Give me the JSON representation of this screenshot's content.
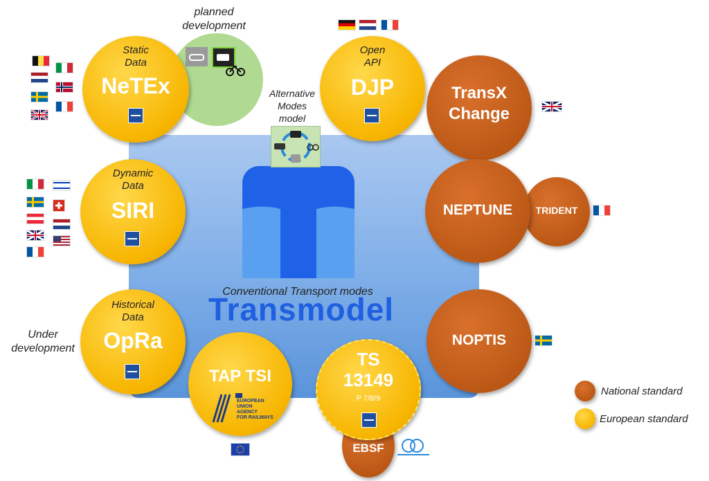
{
  "center": {
    "caption": "Conventional Transport modes",
    "title": "Transmodel"
  },
  "alt_modes": {
    "label_line1": "Alternative",
    "label_line2": "Modes",
    "label_line3": "model"
  },
  "planned": {
    "line1": "planned",
    "line2": "development"
  },
  "standards": {
    "netex": {
      "sub1": "Static",
      "sub2": "Data",
      "name": "NeTEx"
    },
    "siri": {
      "sub1": "Dynamic",
      "sub2": "Data",
      "name": "SIRI"
    },
    "opra": {
      "sub1": "Historical",
      "sub2": "Data",
      "name": "OpRa"
    },
    "djp": {
      "sub1": "Open",
      "sub2": "API",
      "name": "DJP"
    },
    "taptsi": {
      "name": "TAP TSI",
      "era1": "EUROPEAN",
      "era2": "UNION",
      "era3": "AGENCY",
      "era4": "FOR RAILWAYS"
    },
    "ts": {
      "name1": "TS",
      "name2": "13149",
      "parts": "P 7/8/9"
    },
    "transx": {
      "name1": "TransX",
      "name2": "Change"
    },
    "neptune": {
      "name": "NEPTUNE"
    },
    "trident": {
      "name": "TRIDENT"
    },
    "noptis": {
      "name": "NOPTIS"
    },
    "ebsf": {
      "name": "EBSF"
    }
  },
  "under_dev": {
    "line1": "Under",
    "line2": "development"
  },
  "legend": {
    "national": "National standard",
    "european": "European standard",
    "national_color": "#b85513",
    "european_color": "#f7b500"
  },
  "colors": {
    "transmodel_blue": "#1f5fe0",
    "panel_blue": "#5f9fe0"
  }
}
